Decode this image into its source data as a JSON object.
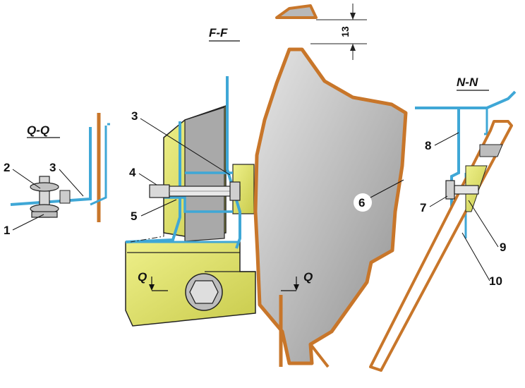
{
  "sections": {
    "qq": "Q-Q",
    "ff": "F-F",
    "nn": "N-N",
    "q_left": "Q",
    "q_right": "Q"
  },
  "dimension": "13",
  "callouts": {
    "c1": "1",
    "c2": "2",
    "c3_qq": "3",
    "c3_ff": "3",
    "c4": "4",
    "c5": "5",
    "c6": "6",
    "c7": "7",
    "c8": "8",
    "c9": "9",
    "c10": "10"
  },
  "colors": {
    "panel_blue": "#3fa7d6",
    "gasket_orange": "#c8762a",
    "bracket_yellow": "#dfe16a",
    "shield_gray": "#b4b4b4",
    "outline": "#222222"
  }
}
